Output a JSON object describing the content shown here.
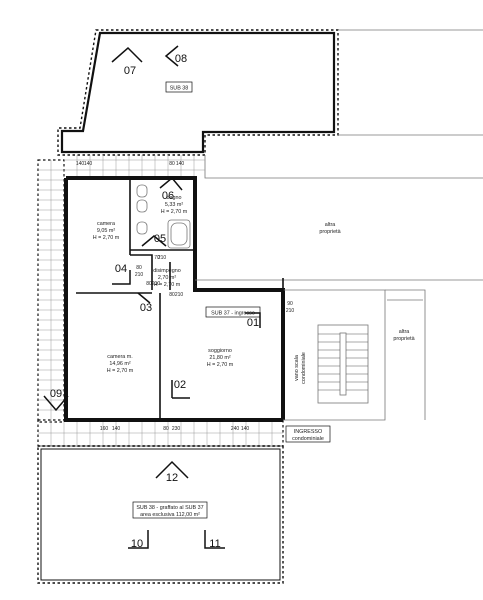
{
  "rooms": {
    "sub38_top": "SUB 38",
    "camera": {
      "name": "camera",
      "area": "9,05 m²",
      "height": "H = 2,70 m"
    },
    "bagno": {
      "name": "bagno",
      "area": "5,33 m²",
      "height": "H = 2,70 m"
    },
    "disimpegno": {
      "name": "disimpegno",
      "area": "2,70 m²",
      "height": "H = 2,70 m"
    },
    "camera_m": {
      "name": "camera m.",
      "area": "14,96 m²",
      "height": "H = 2,70 m"
    },
    "soggiorno": {
      "name": "soggiorno",
      "area": "21,80 m²",
      "height": "H = 2,70 m"
    },
    "altra_proprieta_1": [
      "altra",
      "proprietà"
    ],
    "altra_proprieta_2": [
      "altra",
      "proprietà"
    ],
    "vano_scala": [
      "vano scala",
      "condominiale"
    ],
    "sub37": "SUB 37 - ingresso",
    "ingresso": [
      "INGRESSO",
      "condominiale"
    ],
    "sub38_bottom": [
      "SUB 38 - graffato al SUB 37",
      "area esclusiva 112,00 m²"
    ]
  },
  "viewpoints": [
    "01",
    "02",
    "03",
    "04",
    "05",
    "06",
    "07",
    "08",
    "09",
    "10",
    "11",
    "12"
  ],
  "dimensions": {
    "top_left": [
      "140",
      "140"
    ],
    "top_right": [
      "80",
      "140"
    ],
    "door_camera": [
      "80",
      "210"
    ],
    "door_bagno": [
      "70",
      "210"
    ],
    "door_disimpegno_1": [
      "80",
      "210"
    ],
    "door_disimpegno_2": [
      "80",
      "210"
    ],
    "door_entrance": [
      "90",
      "210"
    ],
    "bottom_1": [
      "160",
      "140"
    ],
    "bottom_2": [
      "80",
      "230"
    ],
    "bottom_3": [
      "240",
      "140"
    ]
  }
}
